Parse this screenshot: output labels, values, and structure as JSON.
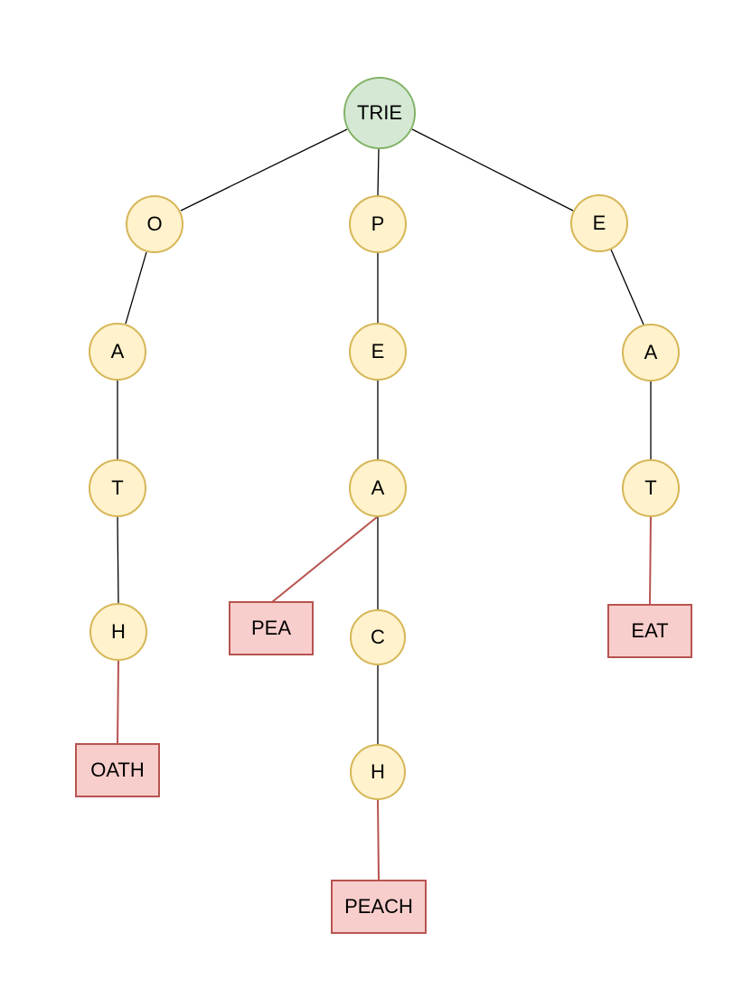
{
  "diagram": {
    "type": "trie",
    "root_label": "TRIE",
    "words": [
      "OATH",
      "PEA",
      "PEACH",
      "EAT"
    ],
    "nodes": [
      {
        "id": "trie-root",
        "label": "TRIE",
        "kind": "root"
      },
      {
        "id": "o",
        "label": "O",
        "kind": "letter"
      },
      {
        "id": "p",
        "label": "P",
        "kind": "letter"
      },
      {
        "id": "e-right",
        "label": "E",
        "kind": "letter"
      },
      {
        "id": "a-left",
        "label": "A",
        "kind": "letter"
      },
      {
        "id": "e-mid",
        "label": "E",
        "kind": "letter"
      },
      {
        "id": "a-right",
        "label": "A",
        "kind": "letter"
      },
      {
        "id": "t-left",
        "label": "T",
        "kind": "letter"
      },
      {
        "id": "a-mid",
        "label": "A",
        "kind": "letter"
      },
      {
        "id": "t-right",
        "label": "T",
        "kind": "letter"
      },
      {
        "id": "h-left",
        "label": "H",
        "kind": "letter"
      },
      {
        "id": "c-mid",
        "label": "C",
        "kind": "letter"
      },
      {
        "id": "h-mid",
        "label": "H",
        "kind": "letter"
      },
      {
        "id": "word-pea",
        "label": "PEA",
        "kind": "word"
      },
      {
        "id": "word-eat",
        "label": "EAT",
        "kind": "word"
      },
      {
        "id": "word-oath",
        "label": "OATH",
        "kind": "word"
      },
      {
        "id": "word-peach",
        "label": "PEACH",
        "kind": "word"
      }
    ],
    "edges": [
      {
        "from": "trie-root",
        "to": "o",
        "style": "branch"
      },
      {
        "from": "trie-root",
        "to": "p",
        "style": "branch"
      },
      {
        "from": "trie-root",
        "to": "e-right",
        "style": "branch"
      },
      {
        "from": "o",
        "to": "a-left",
        "style": "branch"
      },
      {
        "from": "a-left",
        "to": "t-left",
        "style": "branch"
      },
      {
        "from": "t-left",
        "to": "h-left",
        "style": "branch"
      },
      {
        "from": "h-left",
        "to": "word-oath",
        "style": "word"
      },
      {
        "from": "p",
        "to": "e-mid",
        "style": "branch"
      },
      {
        "from": "e-mid",
        "to": "a-mid",
        "style": "branch"
      },
      {
        "from": "a-mid",
        "to": "word-pea",
        "style": "word"
      },
      {
        "from": "a-mid",
        "to": "c-mid",
        "style": "branch"
      },
      {
        "from": "c-mid",
        "to": "h-mid",
        "style": "branch"
      },
      {
        "from": "h-mid",
        "to": "word-peach",
        "style": "word"
      },
      {
        "from": "e-right",
        "to": "a-right",
        "style": "branch"
      },
      {
        "from": "a-right",
        "to": "t-right",
        "style": "branch"
      },
      {
        "from": "t-right",
        "to": "word-eat",
        "style": "word"
      }
    ],
    "colors": {
      "root_fill": "#d5e8d4",
      "root_stroke": "#82b366",
      "letter_fill": "#fff2cc",
      "letter_stroke": "#d6b656",
      "word_fill": "#f8cecc",
      "word_stroke": "#b85450",
      "branch_edge": "#000000",
      "word_edge": "#b85450",
      "text": "#000000",
      "background": "#ffffff"
    }
  }
}
